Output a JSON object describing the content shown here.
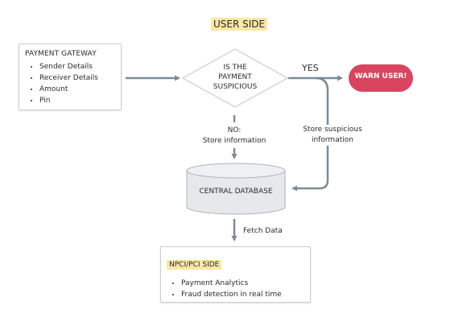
{
  "header": {
    "title": "USER SIDE"
  },
  "gateway": {
    "title": "PAYMENT GATEWAY",
    "items": [
      "Sender Details",
      "Receiver Details",
      "Amount",
      "Pin"
    ]
  },
  "decision": {
    "line1": "IS THE",
    "line2": "PAYMENT",
    "line3": "SUSPICIOUS"
  },
  "yes_label": "YES",
  "warn": {
    "label": "WARN USER!"
  },
  "no_label": {
    "line1": "NO:",
    "line2": "Store information"
  },
  "suspicious_label": {
    "line1": "Store suspicious",
    "line2": "information"
  },
  "database": {
    "label": "CENTRAL DATABASE"
  },
  "fetch_label": "Fetch Data",
  "npci": {
    "title": "NPCI/PCI SIDE",
    "items": [
      "Payment Analytics",
      "Fraud detection in real time"
    ]
  },
  "colors": {
    "connector": "#7f8a96",
    "warn_fill": "#d9455e",
    "highlight": "#fbe7a6",
    "db_fill": "#e6e8ec"
  }
}
